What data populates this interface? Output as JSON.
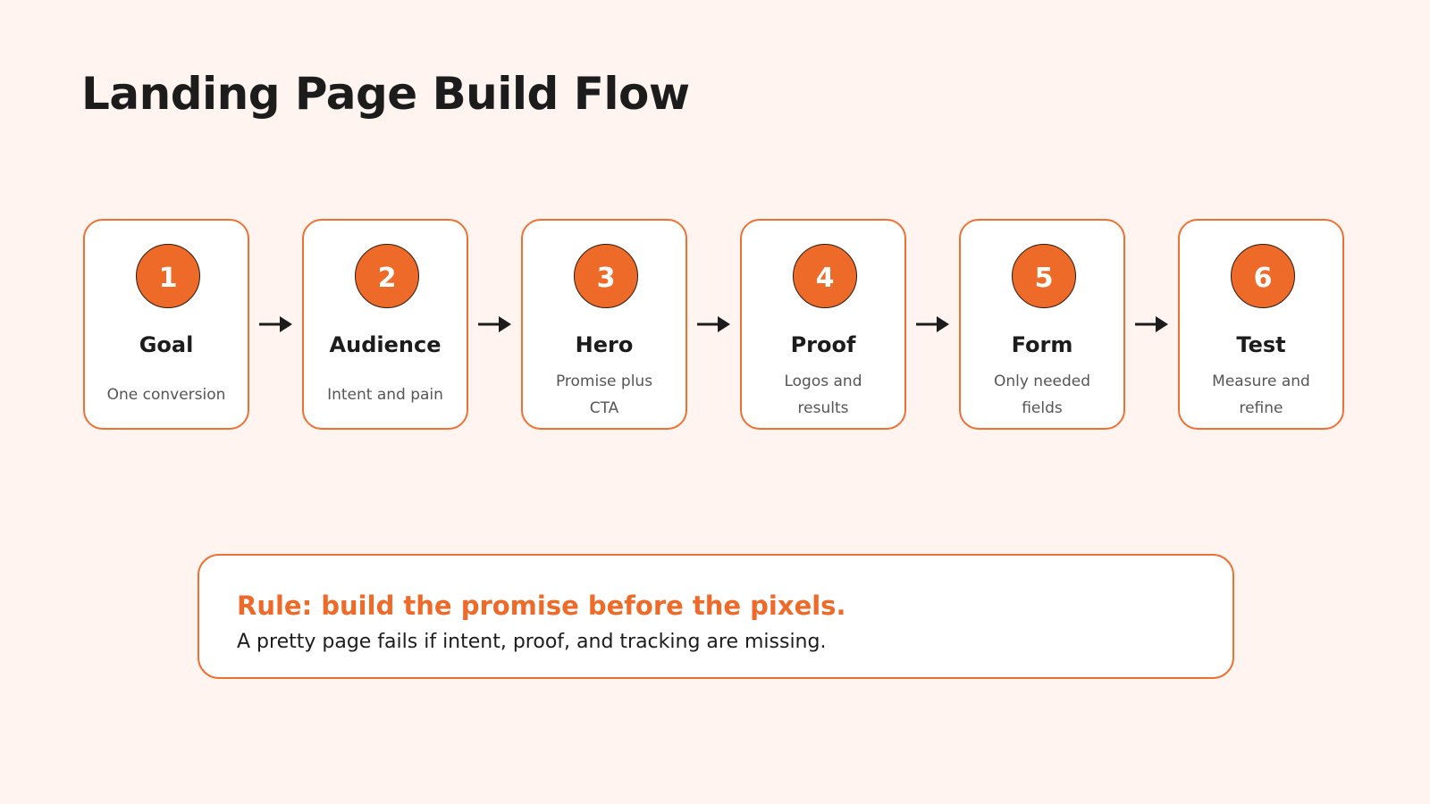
{
  "title": "Landing Page Build Flow",
  "steps": [
    {
      "number": "1",
      "title": "Goal",
      "desc": "One conversion"
    },
    {
      "number": "2",
      "title": "Audience",
      "desc": "Intent and pain"
    },
    {
      "number": "3",
      "title": "Hero",
      "desc": "Promise plus CTA"
    },
    {
      "number": "4",
      "title": "Proof",
      "desc": "Logos and results"
    },
    {
      "number": "5",
      "title": "Form",
      "desc": "Only needed fields"
    },
    {
      "number": "6",
      "title": "Test",
      "desc": "Measure and refine"
    }
  ],
  "rule": {
    "title": "Rule: build the promise before the pixels.",
    "text": "A pretty page fails if intent, proof, and tracking are missing."
  },
  "colors": {
    "background": "#fff4ef",
    "accent": "#ee6a28",
    "card_border": "#ee7133",
    "card_fill": "#ffffff",
    "text": "#1c1c1c",
    "muted_text": "#555555"
  }
}
